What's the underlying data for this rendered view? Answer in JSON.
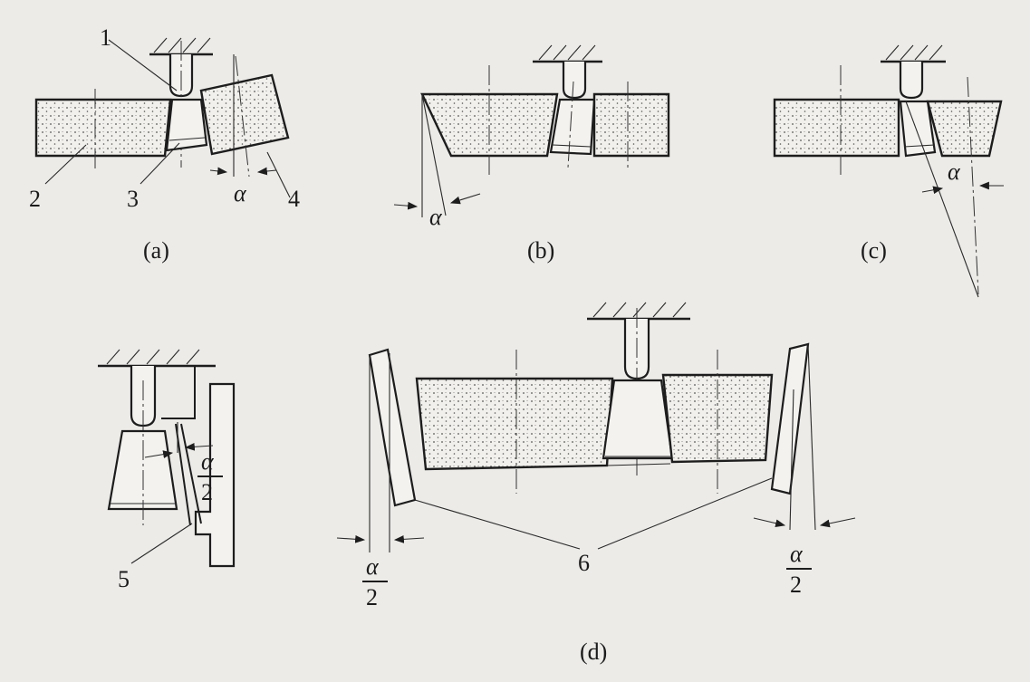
{
  "panels": {
    "a": {
      "caption": "(a)",
      "callouts": [
        "1",
        "2",
        "3",
        "4"
      ],
      "angle": "α"
    },
    "b": {
      "caption": "(b)",
      "angle": "α"
    },
    "c": {
      "caption": "(c)",
      "angle": "α"
    },
    "d": {
      "caption": "(d)",
      "callouts": [
        "5",
        "6"
      ],
      "half_angle_numerator": "α",
      "half_angle_denominator": "2"
    }
  },
  "colors": {
    "background": "#ecebe8",
    "ink": "#1d1d1d",
    "stipple": "#555555"
  }
}
